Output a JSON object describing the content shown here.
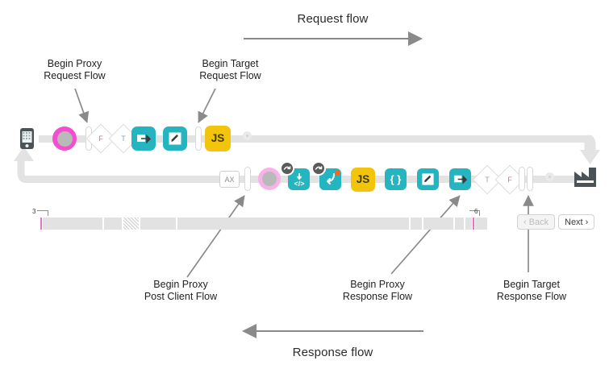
{
  "diagram": {
    "title_top": "Request flow",
    "title_bottom": "Response flow",
    "callouts": [
      {
        "id": "begin-proxy-request-flow",
        "line1": "Begin Proxy",
        "line2": "Request Flow"
      },
      {
        "id": "begin-target-request-flow",
        "line1": "Begin Target",
        "line2": "Request Flow"
      },
      {
        "id": "begin-proxy-post-client-flow",
        "line1": "Begin Proxy",
        "line2": "Post Client Flow"
      },
      {
        "id": "begin-proxy-response-flow",
        "line1": "Begin Proxy",
        "line2": "Response Flow"
      },
      {
        "id": "begin-target-response-flow",
        "line1": "Begin Target",
        "line2": "Response Flow"
      }
    ]
  },
  "colors": {
    "teal": "#25b5c0",
    "yellow": "#f2c40c",
    "pink": "#f24fd0",
    "pink_light": "#f7b3e8",
    "rail": "#e3e3e3",
    "arrow_grey": "#8a8a8a",
    "badge_dark": "#5a5a5a",
    "orange": "#f26522",
    "timeline": "#e2e2e2",
    "timeline_mark": "#ef6fc3"
  },
  "request_row": {
    "name": "request-flow-row",
    "start_icon": "mobile-device-icon",
    "end_icon": "flow-turn-down-arrow",
    "nodes": [
      {
        "kind": "ring",
        "icon": "pink-ring-start-marker",
        "label": ""
      },
      {
        "kind": "pill",
        "icon": "flow-separator-pill",
        "label": ""
      },
      {
        "kind": "diamond",
        "icon": "condition-diamond-icon",
        "label": "F"
      },
      {
        "kind": "diamond",
        "icon": "condition-diamond-icon",
        "label": "T"
      },
      {
        "kind": "tile-teal",
        "icon": "service-callout-icon",
        "label": ""
      },
      {
        "kind": "tile-teal",
        "icon": "assign-message-icon",
        "label": ""
      },
      {
        "kind": "pill",
        "icon": "flow-separator-pill",
        "label": ""
      },
      {
        "kind": "tile-yellow",
        "icon": "javascript-policy-icon",
        "label": "JS"
      },
      {
        "kind": "dot",
        "icon": "flow-end-dot",
        "label": ""
      }
    ]
  },
  "response_row": {
    "name": "response-flow-row",
    "start_icon": "flow-return-arrow-to-device",
    "end_icon": "target-backend-factory-icon",
    "nodes": [
      {
        "kind": "axbox",
        "icon": "ax-analytics-icon",
        "label": "AX"
      },
      {
        "kind": "pill",
        "icon": "flow-separator-pill",
        "label": ""
      },
      {
        "kind": "ring-light",
        "icon": "pink-ring-post-client-marker",
        "label": ""
      },
      {
        "kind": "tile-teal",
        "icon": "extract-variables-icon",
        "label": "</>",
        "badge": "response-badge-icon"
      },
      {
        "kind": "tile-teal",
        "icon": "raise-fault-icon",
        "label": "",
        "badge": "response-badge-icon",
        "mark": "orange-error-mark"
      },
      {
        "kind": "tile-yellow",
        "icon": "javascript-policy-icon",
        "label": "JS"
      },
      {
        "kind": "tile-teal",
        "icon": "json-policy-icon",
        "label": "{ }"
      },
      {
        "kind": "tile-teal",
        "icon": "assign-message-icon",
        "label": ""
      },
      {
        "kind": "tile-teal",
        "icon": "service-callout-icon",
        "label": ""
      },
      {
        "kind": "diamond",
        "icon": "condition-diamond-icon",
        "label": "T"
      },
      {
        "kind": "diamond",
        "icon": "condition-diamond-icon",
        "label": "F"
      },
      {
        "kind": "pill",
        "icon": "flow-separator-pill",
        "label": ""
      },
      {
        "kind": "pill",
        "icon": "flow-separator-pill",
        "label": ""
      },
      {
        "kind": "dot",
        "icon": "flow-end-dot",
        "label": ""
      }
    ]
  },
  "timeline": {
    "name": "trace-timeline",
    "left_bracket_label": "3",
    "right_bracket_label": "6",
    "back_button": "Back",
    "next_button": "Next",
    "back_chevron": "‹",
    "next_chevron": "›"
  }
}
